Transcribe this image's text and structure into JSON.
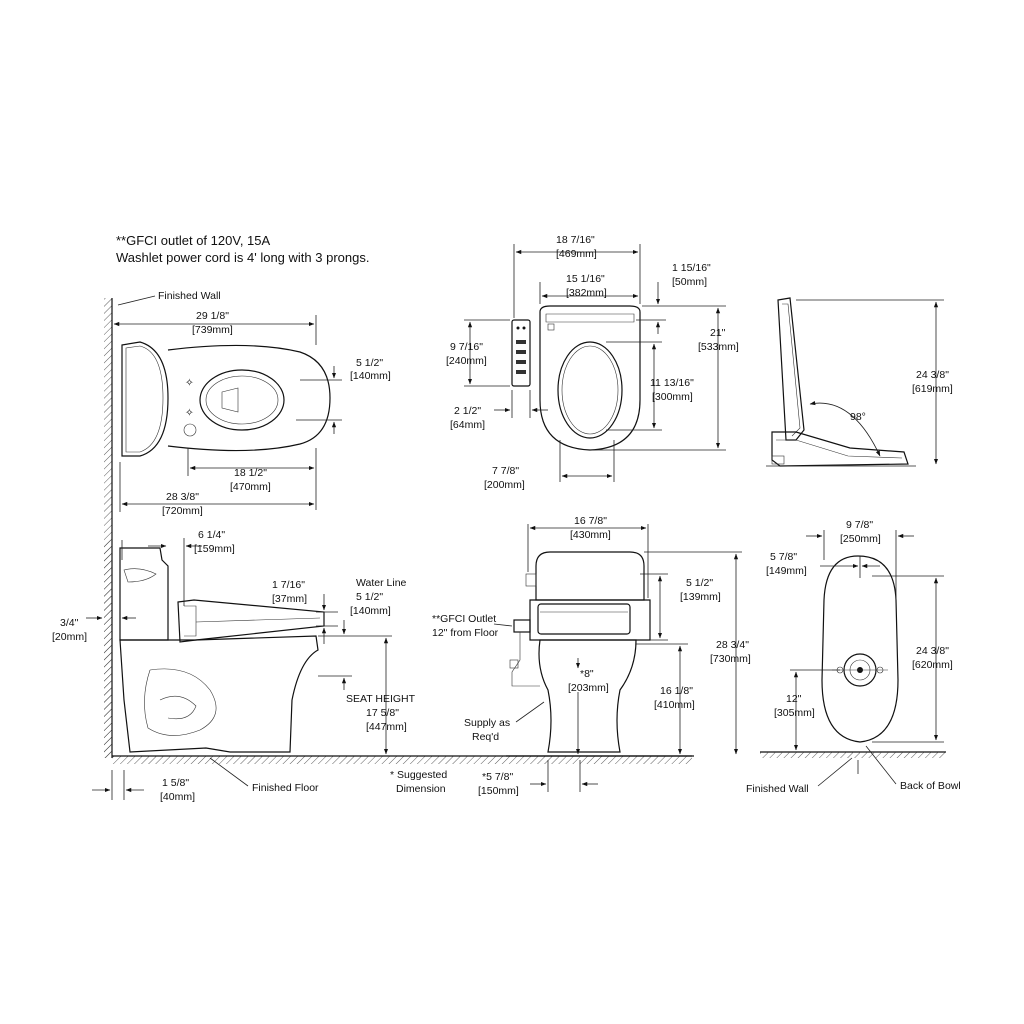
{
  "notes": {
    "gfci_line1": "**GFCI outlet of 120V, 15A",
    "gfci_line2": "Washlet power cord is 4' long with 3 prongs."
  },
  "labels": {
    "finished_wall_top": "Finished Wall",
    "water_line": "Water Line",
    "seat_height_1": "SEAT HEIGHT",
    "gfci_outlet_1": "**GFCI Outlet",
    "gfci_outlet_2": "12\" from Floor",
    "supply_1": "Supply as",
    "supply_2": "Req'd",
    "suggested_1": "* Suggested",
    "suggested_2": "Dimension",
    "finished_floor": "Finished Floor",
    "finished_wall_bottom": "Finished Wall",
    "back_of_bowl": "Back of Bowl",
    "angle": "98°"
  },
  "dims": {
    "top_length": [
      "29 1/8\"",
      "[739mm]"
    ],
    "top_width_a": [
      "5 1/2\"",
      "[140mm]"
    ],
    "top_bowl": [
      "18 1/2\"",
      "[470mm]"
    ],
    "top_total": [
      "28 3/8\"",
      "[720mm]"
    ],
    "seat_width": [
      "18 7/16\"",
      "[469mm]"
    ],
    "seat_inner": [
      "15 1/16\"",
      "[382mm]"
    ],
    "seat_back": [
      "1 15/16\"",
      "[50mm]"
    ],
    "remote_h": [
      "9 7/16\"",
      "[240mm]"
    ],
    "seat_depth": [
      "21\"",
      "[533mm]"
    ],
    "seat_opening": [
      "11 13/16\"",
      "[300mm]"
    ],
    "remote_w": [
      "2 1/2\"",
      "[64mm]"
    ],
    "seat_front": [
      "7 7/8\"",
      "[200mm]"
    ],
    "lid_height": [
      "24 3/8\"",
      "[619mm]"
    ],
    "tank_depth": [
      "6 1/4\"",
      "[159mm]"
    ],
    "seat_thick": [
      "1 7/16\"",
      "[37mm]"
    ],
    "water_line": [
      "5 1/2\"",
      "[140mm]"
    ],
    "wall_gap": [
      "3/4\"",
      "[20mm]"
    ],
    "seat_height": [
      "17 5/8\"",
      "[447mm]"
    ],
    "floor_gap": [
      "1 5/8\"",
      "[40mm]"
    ],
    "front_width": [
      "16 7/8\"",
      "[430mm]"
    ],
    "front_seat": [
      "5 1/2\"",
      "[139mm]"
    ],
    "front_height": [
      "28 3/4\"",
      "[730mm]"
    ],
    "supply_center": [
      "*8\"",
      "[203mm]"
    ],
    "rim_height": [
      "16 1/8\"",
      "[410mm]"
    ],
    "supply_offset": [
      "*5 7/8\"",
      "[150mm]"
    ],
    "base_width": [
      "9 7/8\"",
      "[250mm]"
    ],
    "base_half": [
      "5 7/8\"",
      "[149mm]"
    ],
    "base_length": [
      "24 3/8\"",
      "[620mm]"
    ],
    "rough_in": [
      "12\"",
      "[305mm]"
    ]
  }
}
